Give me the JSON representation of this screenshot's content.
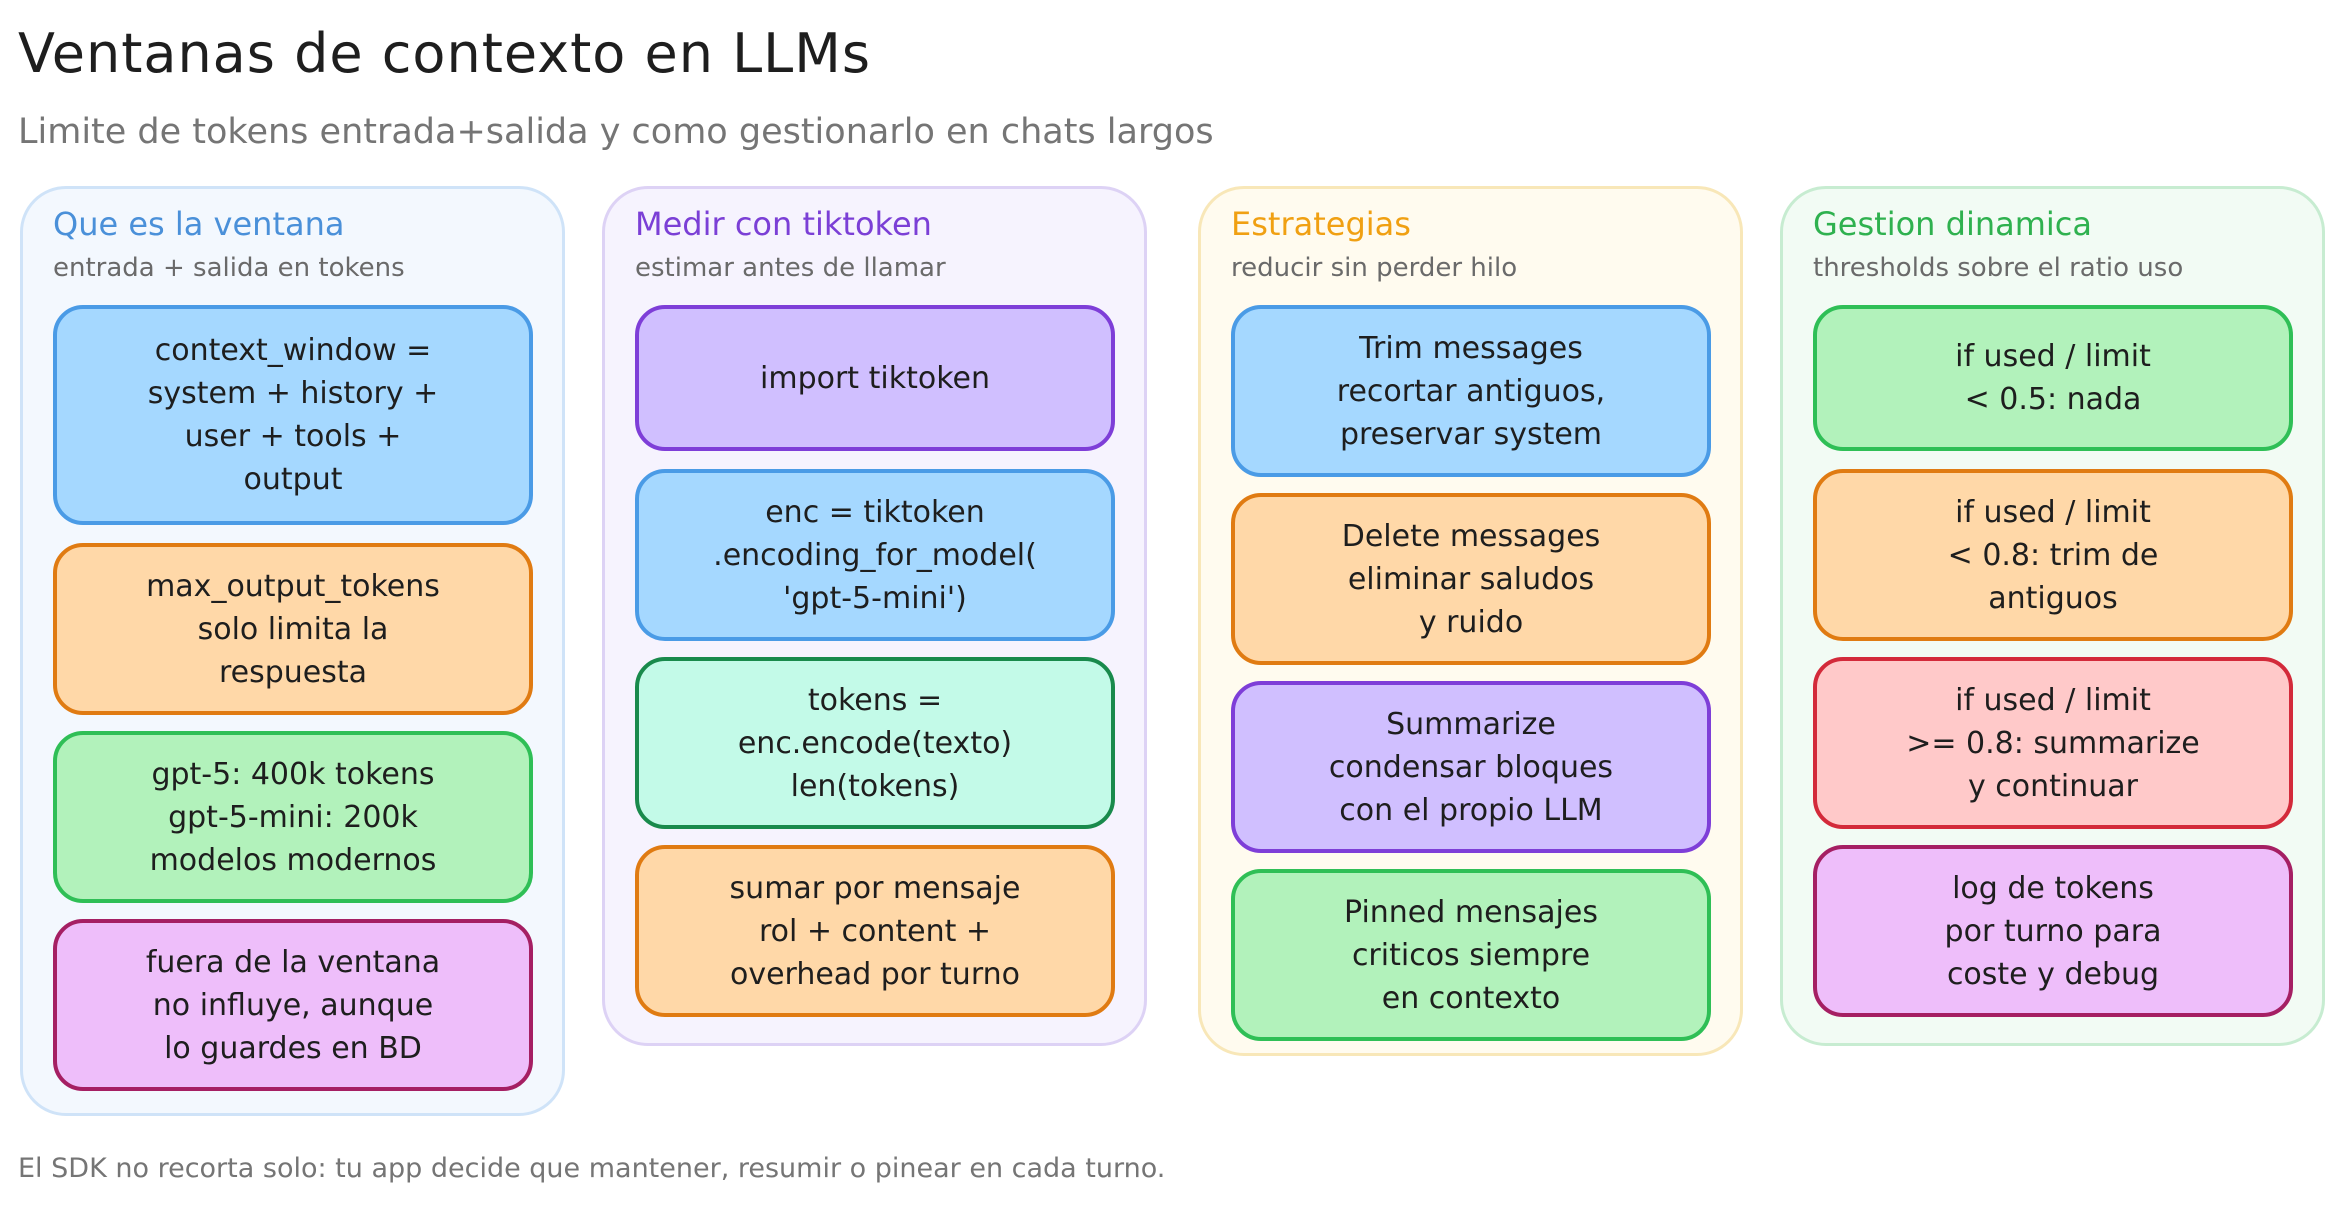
{
  "header": {
    "title": "Ventanas de contexto en LLMs",
    "subtitle": "Limite de tokens entrada+salida y como gestionarlo en chats largos"
  },
  "footer": {
    "note": "El SDK no recorta solo: tu app decide que mantener, resumir o pinear en cada turno."
  },
  "colors": {
    "col1_title": "#4a90d9",
    "col2_title": "#7b3fd6",
    "col3_title": "#f0a012",
    "col4_title": "#2fb14f"
  },
  "columns": [
    {
      "title": "Que es la ventana",
      "subtitle": "entrada + salida en tokens",
      "cards": [
        {
          "text": "context_window =\nsystem + history +\nuser + tools +\noutput",
          "color": "blue"
        },
        {
          "text": "max_output_tokens\nsolo limita la\nrespuesta",
          "color": "orange"
        },
        {
          "text": "gpt-5: 400k tokens\ngpt-5-mini: 200k\nmodelos modernos",
          "color": "green"
        },
        {
          "text": "fuera de la ventana\nno influye, aunque\nlo guardes en BD",
          "color": "pink"
        }
      ]
    },
    {
      "title": "Medir con tiktoken",
      "subtitle": "estimar antes de llamar",
      "cards": [
        {
          "text": "import tiktoken",
          "color": "purple"
        },
        {
          "text": "enc = tiktoken\n.encoding_for_model(\n'gpt-5-mini')",
          "color": "blue"
        },
        {
          "text": "tokens =\nenc.encode(texto)\nlen(tokens)",
          "color": "mint"
        },
        {
          "text": "sumar por mensaje\nrol + content +\noverhead por turno",
          "color": "orange"
        }
      ]
    },
    {
      "title": "Estrategias",
      "subtitle": "reducir sin perder hilo",
      "cards": [
        {
          "text": "Trim messages\nrecortar antiguos,\npreservar system",
          "color": "blue"
        },
        {
          "text": "Delete messages\neliminar saludos\ny ruido",
          "color": "orange"
        },
        {
          "text": "Summarize\ncondensar bloques\ncon el propio LLM",
          "color": "purple"
        },
        {
          "text": "Pinned mensajes\ncriticos siempre\nen contexto",
          "color": "green"
        }
      ]
    },
    {
      "title": "Gestion dinamica",
      "subtitle": "thresholds sobre el ratio uso",
      "cards": [
        {
          "text": "if used / limit\n< 0.5: nada",
          "color": "green"
        },
        {
          "text": "if used / limit\n< 0.8: trim de\nantiguos",
          "color": "orange"
        },
        {
          "text": "if used / limit\n>= 0.8: summarize\ny continuar",
          "color": "red"
        },
        {
          "text": "log de tokens\npor turno para\ncoste y debug",
          "color": "pink"
        }
      ]
    }
  ]
}
